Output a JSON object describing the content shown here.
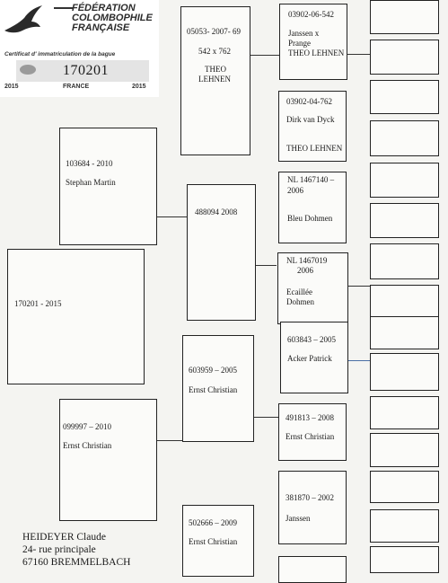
{
  "header": {
    "federation_line1": "FÉDÉRATION",
    "federation_line2": "COLOMBOPHILE",
    "federation_line3": "FRANÇAISE",
    "certificate_label": "Certificat d' immatriculation de la bague",
    "ring_number": "170201",
    "year_left": "2015",
    "country": "FRANCE",
    "year_right": "2015"
  },
  "bird": {
    "line1": "170201 - 2015"
  },
  "sire": {
    "line1": "103684 - 2010",
    "line2": "Stephan Martin"
  },
  "dam": {
    "line1": "099997 – 2010",
    "line2": "Ernst Christian"
  },
  "ss": {
    "line1": "05053- 2007- 69",
    "line2": "542 x 762",
    "line3": "THEO",
    "line4": "LEHNEN"
  },
  "sd": {
    "line1": "488094  2008"
  },
  "ds": {
    "line1": "603959 – 2005",
    "line2": "Ernst Christian"
  },
  "dd": {
    "line1": "502666 – 2009",
    "line2": "Ernst Christian"
  },
  "sss": {
    "line1": "03902-06-542",
    "line2": "Janssen x",
    "line3": "Prange",
    "line4": "THEO LEHNEN"
  },
  "ssd": {
    "line1": "03902-04-762",
    "line2": "Dirk van Dyck",
    "line3": "THEO LEHNEN"
  },
  "sds": {
    "line1": "NL 1467140 –",
    "line2": "2006",
    "line3": "Bleu  Dohmen"
  },
  "sdd": {
    "line1": "NL 1467019",
    "line2": "2006",
    "line3": "Ecaillée",
    "line4": "Dohmen"
  },
  "dss": {
    "line1": "603843 – 2005",
    "line2": "Acker Patrick"
  },
  "dsd": {
    "line1": "491813 – 2008",
    "line2": "Ernst Christian"
  },
  "dds": {
    "line1": "381870 – 2002",
    "line2": "Janssen"
  },
  "owner": {
    "name": "HEIDEYER Claude",
    "street": "24- rue principale",
    "city": "67160  BREMMELBACH"
  }
}
